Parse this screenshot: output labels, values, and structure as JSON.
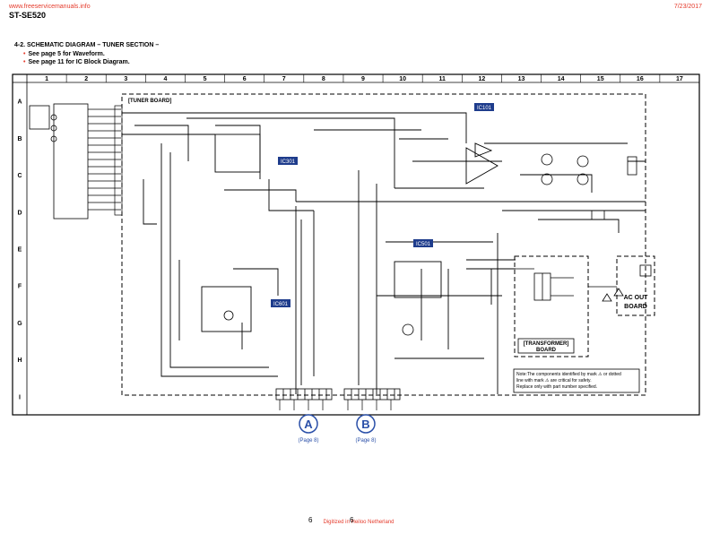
{
  "header": {
    "source_url": "www.freeservicemanuals.info",
    "date": "7/23/2017",
    "model": "ST-SE520"
  },
  "section": {
    "title": "4-2. SCHEMATIC DIAGRAM – TUNER SECTION –",
    "notes": [
      "See page 5 for Waveform.",
      "See page 11 for IC Block Diagram."
    ]
  },
  "grid": {
    "columns": [
      "1",
      "2",
      "3",
      "4",
      "5",
      "6",
      "7",
      "8",
      "9",
      "10",
      "11",
      "12",
      "13",
      "14",
      "15",
      "16",
      "17"
    ],
    "rows": [
      "A",
      "B",
      "C",
      "D",
      "E",
      "F",
      "G",
      "H",
      "I"
    ]
  },
  "boards": {
    "tuner": "[TUNER BOARD]",
    "transformer_line1": "[TRANSFORMER]",
    "transformer_line2": "BOARD",
    "ac_out_line1": "AC OUT",
    "ac_out_line2": "BOARD"
  },
  "ic_labels": [
    "IC101",
    "IC301",
    "IC501",
    "IC601"
  ],
  "caution_note": {
    "lines": [
      "Note:The components identified by mark ⚠ or dotted",
      "line with mark ⚠ are critical for safety.",
      "Replace only with part number specified."
    ]
  },
  "connectors": [
    {
      "letter": "A",
      "page": "(Page 8)"
    },
    {
      "letter": "B",
      "page": "(Page 8)"
    }
  ],
  "footer": {
    "page_left": "6",
    "page_right": "6",
    "digitized": "Digitized in Heiloo Netherland"
  }
}
